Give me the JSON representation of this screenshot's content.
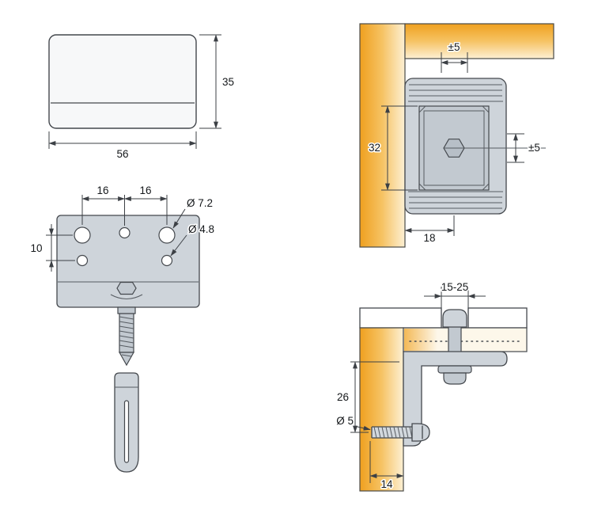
{
  "views": {
    "cover_cap": {
      "width": "56",
      "height": "35"
    },
    "bracket_front": {
      "spacing_left": "16",
      "spacing_right": "16",
      "row_offset": "10",
      "large_hole": "Ø 7.2",
      "small_hole": "Ø 4.8"
    },
    "mounted": {
      "top_adjust": "±5",
      "hole_spacing": "32",
      "side_adjust": "±5",
      "depth": "18"
    },
    "section": {
      "panel_thickness": "15-25",
      "height": "26",
      "screw_dia": "Ø 5",
      "depth": "14"
    }
  },
  "colors": {
    "wood": "#efa01f",
    "wood_light": "#fdf0d4",
    "metal": "#ced4da",
    "line": "#44484d"
  }
}
